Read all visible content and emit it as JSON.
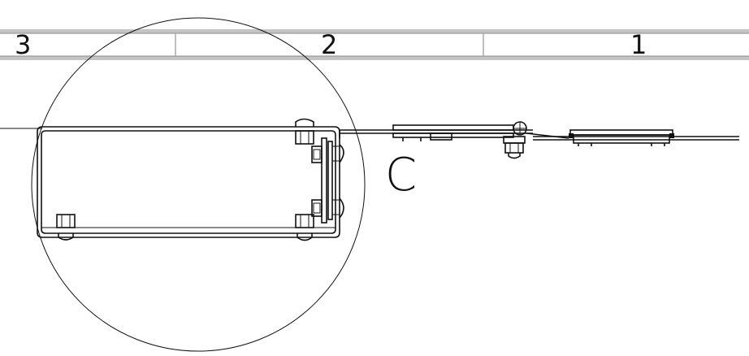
{
  "drawing": {
    "zones": [
      {
        "label": "3"
      },
      {
        "label": "2"
      },
      {
        "label": "1"
      }
    ],
    "detail_label": "C",
    "colors": {
      "line": "#111111",
      "border": "#b8b8b8",
      "background": "#ffffff"
    }
  }
}
